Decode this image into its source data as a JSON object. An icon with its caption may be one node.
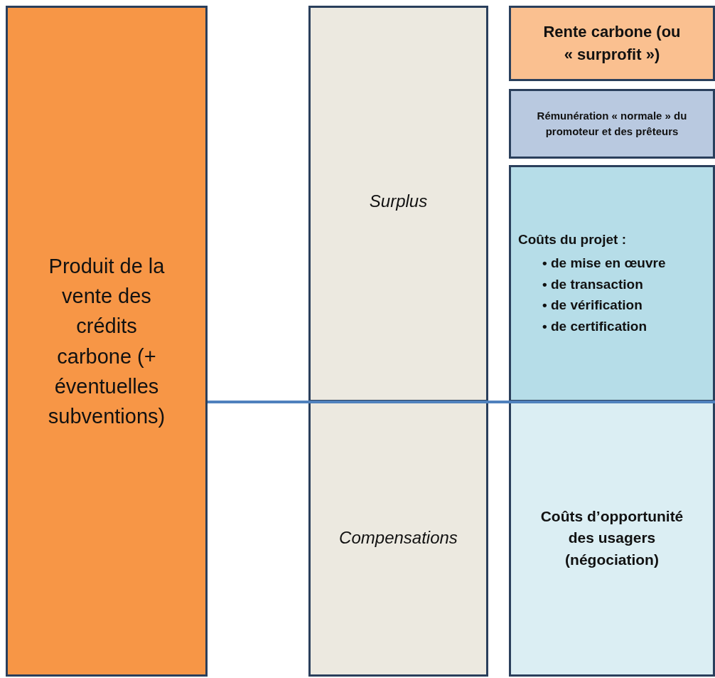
{
  "diagram": {
    "nodes": [
      {
        "text": [
          "Produit de la vente des crédits carbone (+ éventuelles subventions)"
        ]
      },
      {
        "text": [
          "Surplus"
        ]
      },
      {
        "text": [
          "Compensations"
        ]
      },
      {
        "text": [
          "Rente carbone (ou « surprofit »)"
        ]
      },
      {
        "text": [
          "Rémunération « normale » du promoteur et des prêteurs"
        ]
      },
      {
        "text": [
          "Coûts du projet :",
          "• de mise en œuvre",
          "• de transaction",
          "• de vérification",
          "• de certification"
        ]
      },
      {
        "text": [
          "Coûts d’opportunité des usagers (négociation)"
        ]
      }
    ]
  }
}
